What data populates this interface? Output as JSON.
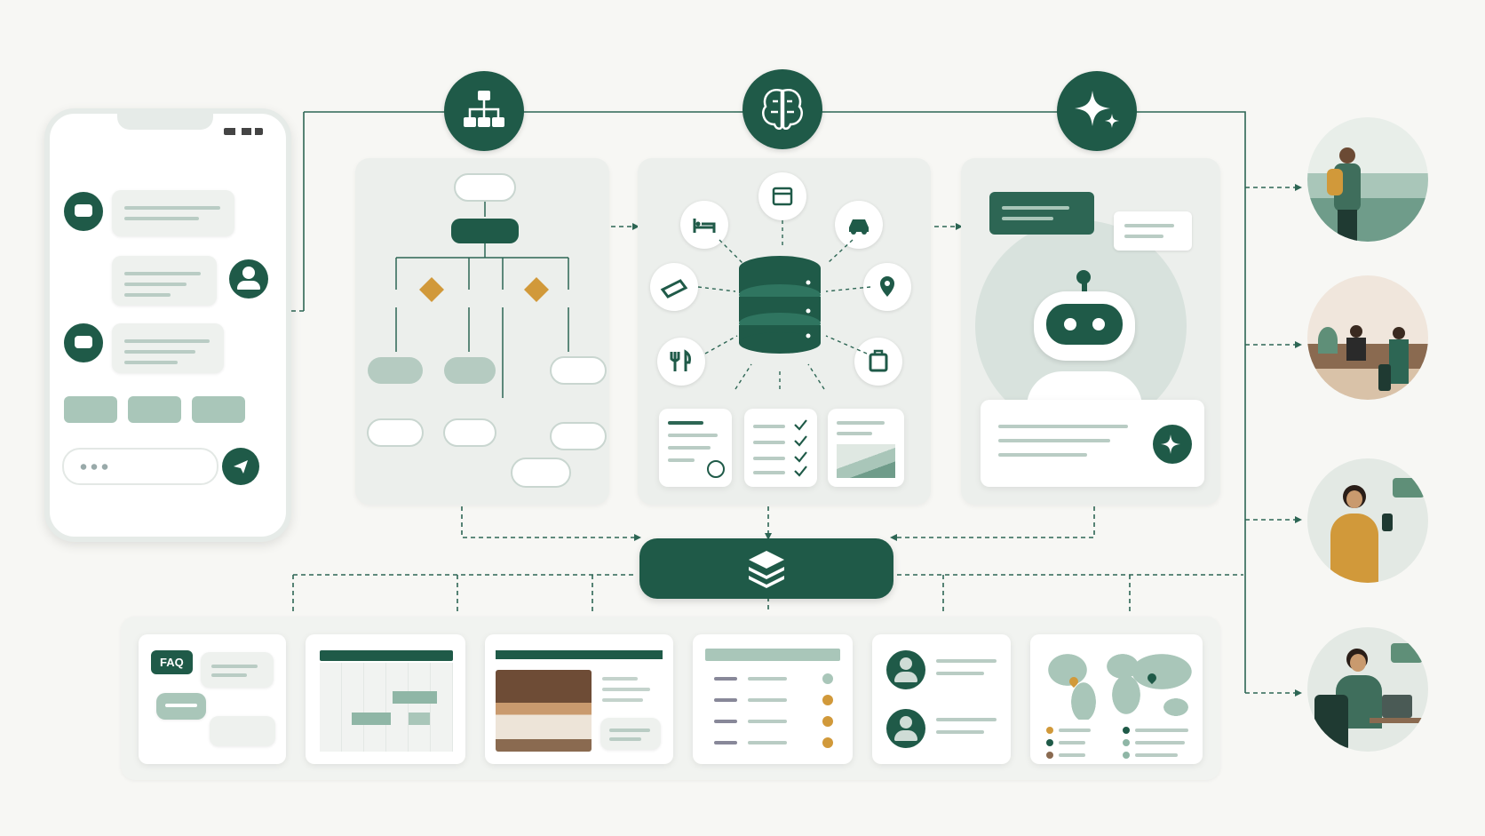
{
  "colors": {
    "primary": "#1f5a48",
    "accent": "#d1993a",
    "light_green": "#a9c6b9",
    "panel": "#ecefec",
    "background": "#f7f7f4"
  },
  "faq_card": {
    "label": "FAQ"
  },
  "top_icons": [
    "sitemap-icon",
    "brain-icon",
    "sparkle-icon"
  ],
  "service_icons": [
    "calendar-icon",
    "bed-icon",
    "car-icon",
    "ticket-icon",
    "location-pin-icon",
    "restaurant-icon",
    "luggage-icon"
  ],
  "people": [
    "traveler-with-phone",
    "hotel-check-in",
    "woman-with-phone",
    "man-with-laptop"
  ]
}
